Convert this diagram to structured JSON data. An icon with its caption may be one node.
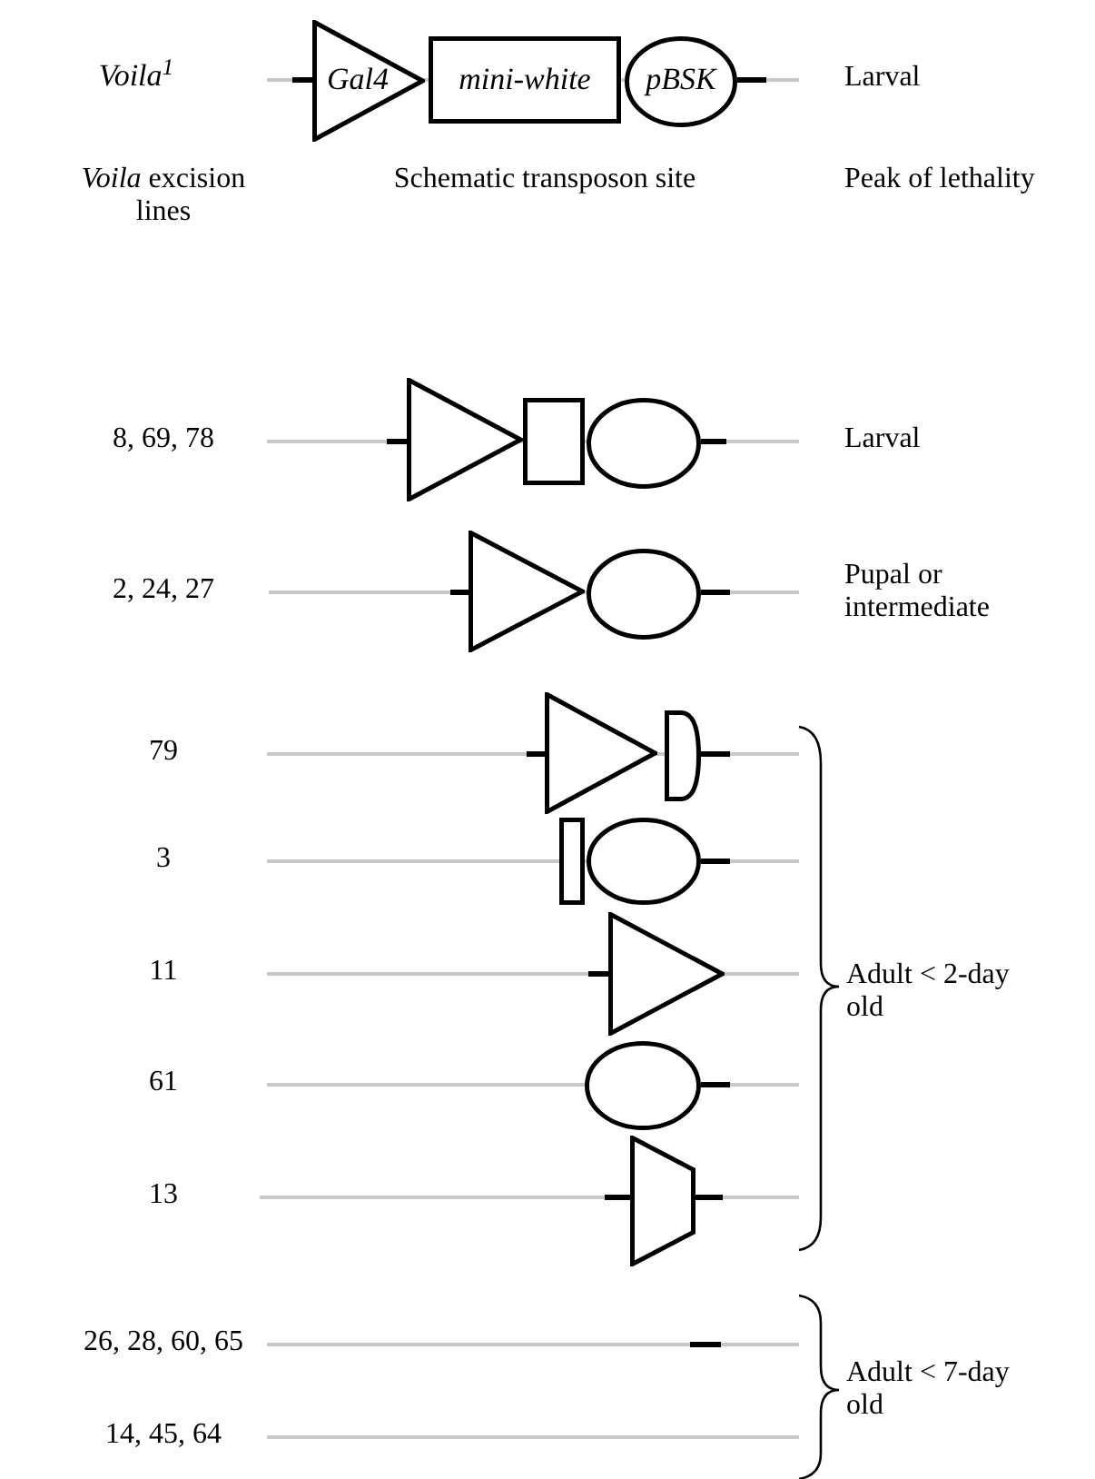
{
  "diagram": {
    "nodes": [
      {
        "text": [
          "Gal4"
        ]
      },
      {
        "text": [
          "mini-white"
        ]
      },
      {
        "text": [
          "pBSK"
        ]
      },
      {
        "text": [],
        "shape": "triangle"
      },
      {
        "text": [],
        "shape": "box"
      },
      {
        "text": [],
        "shape": "circle"
      },
      {
        "text": [],
        "shape": "triangle"
      },
      {
        "text": [],
        "shape": "circle"
      },
      {
        "text": [],
        "shape": "triangle"
      },
      {
        "text": [],
        "shape": "semicircle"
      },
      {
        "text": [],
        "shape": "box"
      },
      {
        "text": [],
        "shape": "circle"
      },
      {
        "text": [],
        "shape": "triangle"
      },
      {
        "text": [],
        "shape": "circle"
      },
      {
        "text": [],
        "shape": "trapezoid"
      }
    ],
    "labels": [
      "Voila$^{1}$",
      "Larval",
      "*Voila* excision lines",
      "Schematic transposon site",
      "Peak of lethality",
      "8, 69, 78",
      "Larval",
      "2, 24, 27",
      "Pupal or intermediate",
      "79",
      "3",
      "Adult < 2-day old",
      "11",
      "61",
      "13",
      "26, 28, 60, 65",
      "Adult < 7-day old",
      "14, 45, 64"
    ]
  }
}
